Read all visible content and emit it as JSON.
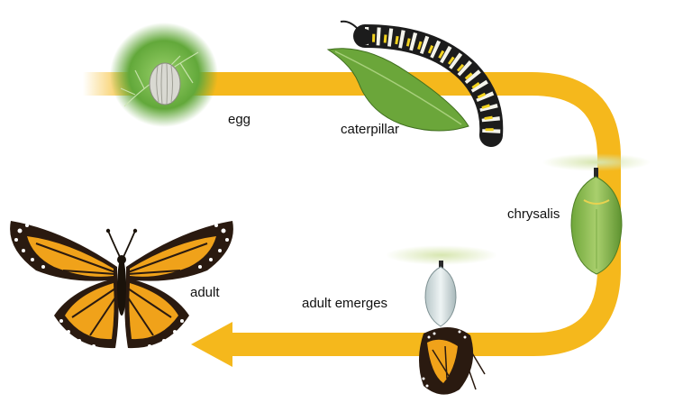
{
  "stages": {
    "egg": "egg",
    "caterpillar": "caterpillar",
    "chrysalis": "chrysalis",
    "adult_emerges": "adult emerges",
    "adult": "adult"
  },
  "colors": {
    "path": "#f5b81c",
    "leaf_green": "#7db043",
    "wing_orange": "#f0a21a",
    "wing_black": "#2a1a10"
  }
}
